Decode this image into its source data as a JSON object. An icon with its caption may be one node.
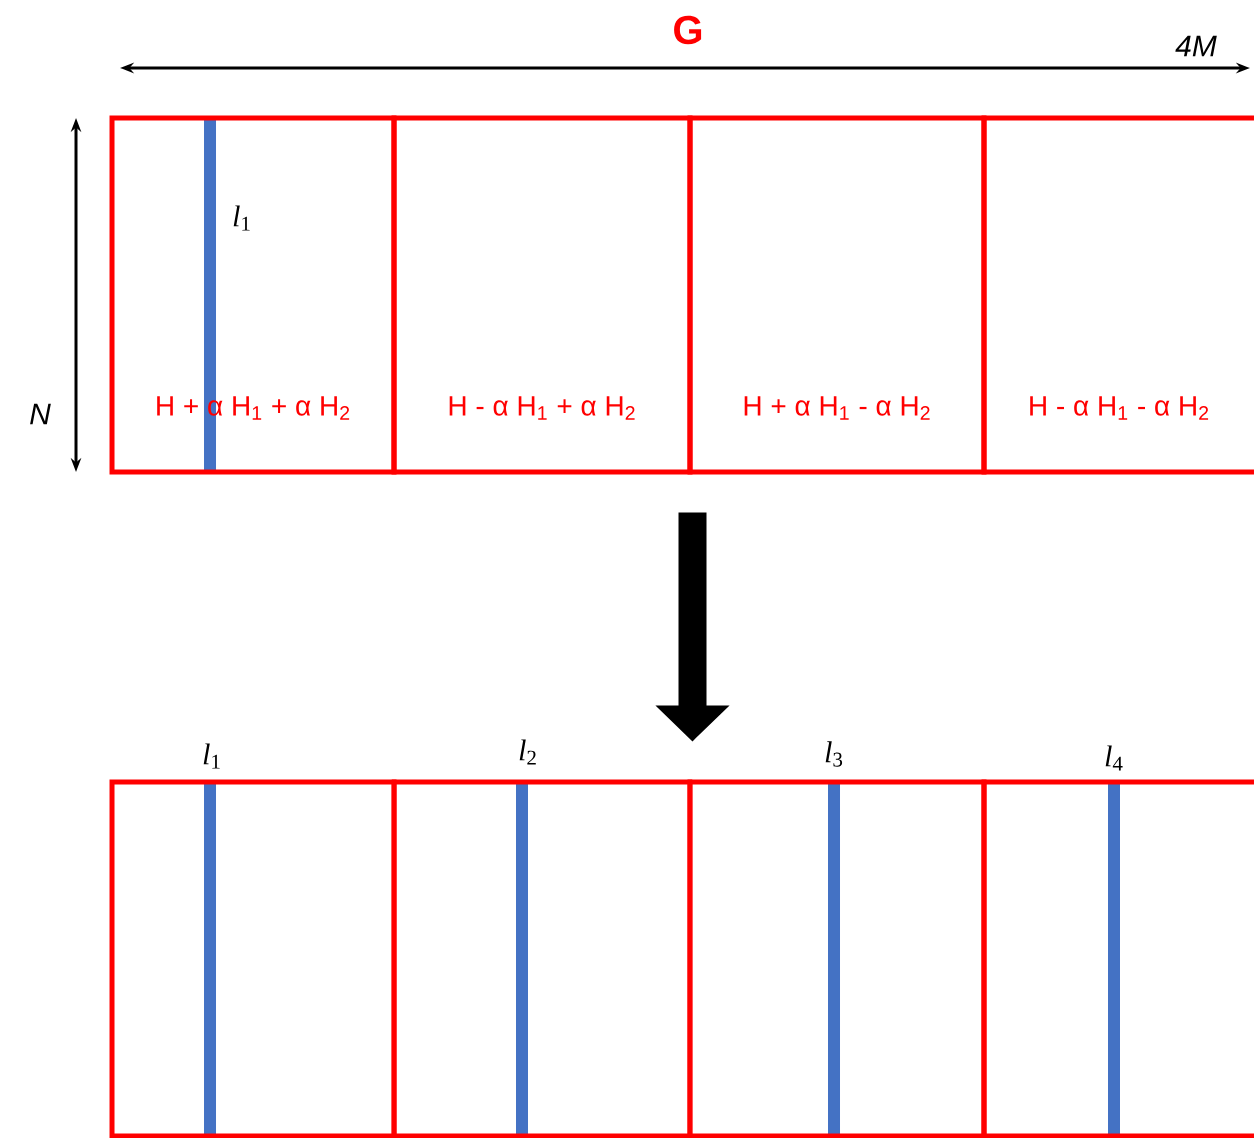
{
  "diagram": {
    "nodes": [
      {
        "text": [
          "H + α H$_{1}$ + α H$_{2}$"
        ]
      },
      {
        "text": [
          "H - α H$_{1}$ + α H$_{2}$"
        ]
      },
      {
        "text": [
          "H + α H$_{1}$ - α H$_{2}$"
        ]
      },
      {
        "text": [
          "H - α H$_{1}$ - α H$_{2}$"
        ]
      },
      {
        "text": [],
        "shape": "box",
        "beside": [
          "*l*$_{1}$"
        ]
      },
      {
        "text": [],
        "shape": "box",
        "beside": [
          "*l*$_{2}$"
        ]
      },
      {
        "text": [],
        "shape": "box",
        "beside": [
          "*l*$_{3}$"
        ]
      },
      {
        "text": [],
        "shape": "box",
        "beside": [
          "*l*$_{4}$"
        ]
      }
    ],
    "edges": [
      {
        "from": 1,
        "to": 5,
        "arrow": "to"
      }
    ],
    "labels": [
      "G",
      "4M",
      "N",
      "*l*$_{1}$"
    ]
  }
}
